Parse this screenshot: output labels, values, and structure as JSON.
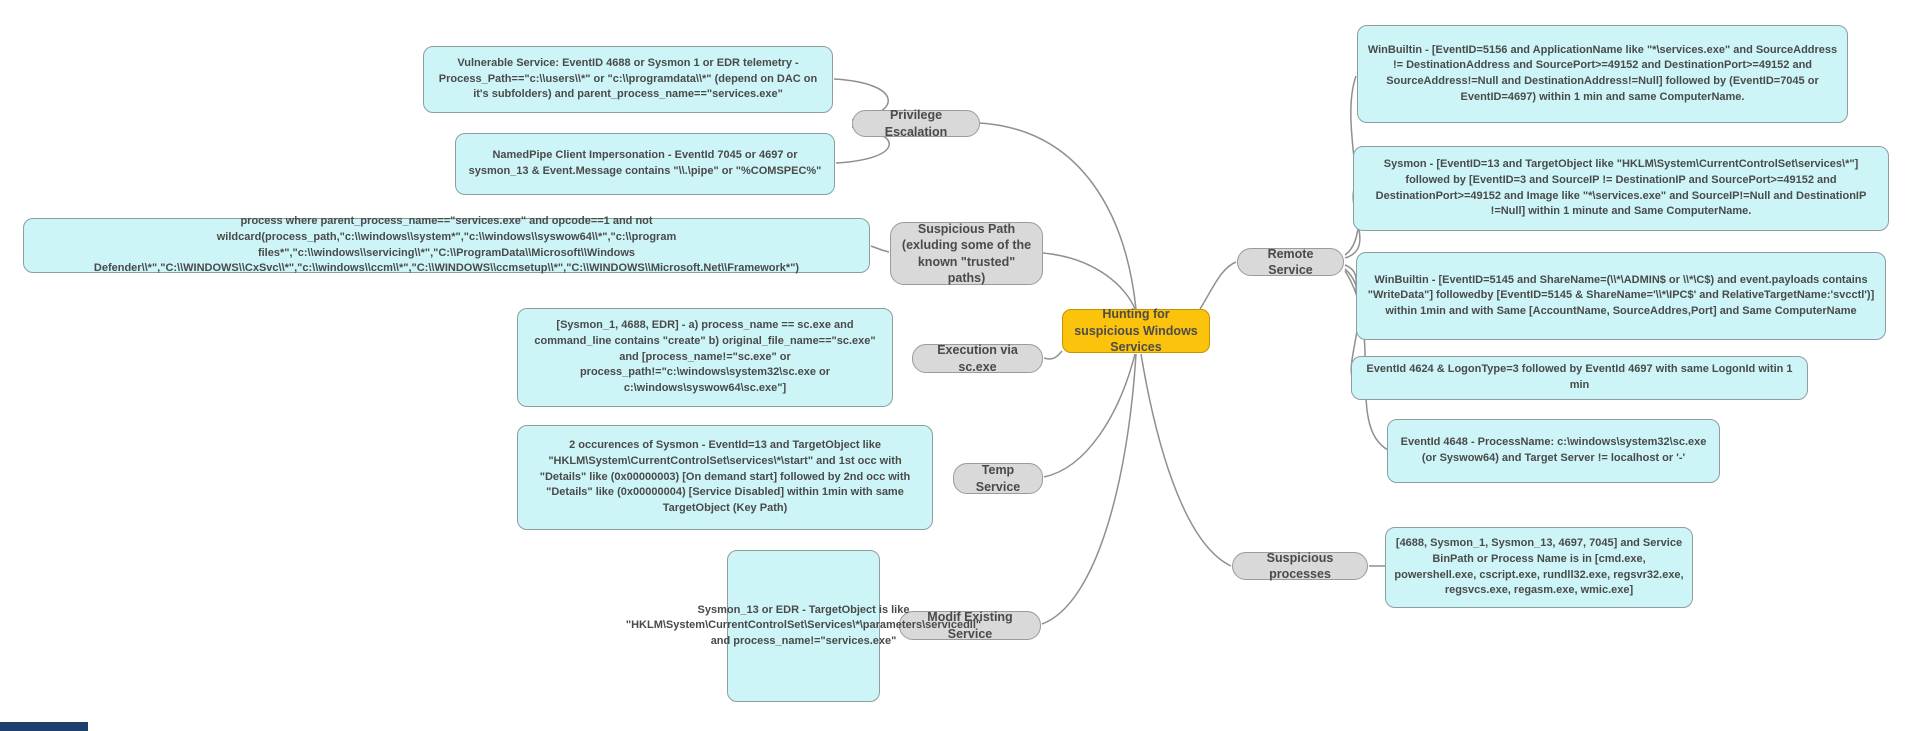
{
  "diagram": {
    "type": "mindmap",
    "topic": "suspicious Windows Services hunting",
    "colors": {
      "center_bg": "#fcc30c",
      "center_border": "#c79102",
      "branch_bg": "#d9d9d9",
      "leaf_bg": "#cdf5f7",
      "border": "#929292",
      "text": "#4a4a4a",
      "line": "#8f8f8f"
    }
  },
  "nodes": {
    "center": {
      "label": "Hunting for suspicious Windows Services"
    },
    "privilege_escalation": {
      "label": "Privilege Escalation"
    },
    "suspicious_path": {
      "label": "Suspicious Path (exluding some of the known \"trusted\" paths)"
    },
    "execution": {
      "label": "Execution via sc.exe"
    },
    "temp": {
      "label": "Temp Service"
    },
    "modif": {
      "label": "Modif Existing Service"
    },
    "remote": {
      "label": "Remote Service"
    },
    "suspicious_processes": {
      "label": "Suspicious processes"
    }
  },
  "leaves": {
    "vulnerable_service": {
      "text": "Vulnerable Service: EventID 4688 or Sysmon 1 or EDR telemetry - Process_Path==\"c:\\\\users\\\\*\" or \"c:\\\\programdata\\\\*\" (depend on DAC on it's subfolders) and parent_process_name==\"services.exe\""
    },
    "namedpipe": {
      "text": "NamedPipe Client Impersonation - EventId 7045 or 4697 or sysmon_13 & Event.Message contains \"\\\\.\\pipe\" or \"%COMSPEC%\""
    },
    "suspicious_path_query": {
      "text": "process where parent_process_name==\"services.exe\" and opcode==1 and not wildcard(process_path,\"c:\\\\windows\\\\system*\",\"c:\\\\windows\\\\syswow64\\\\*\",\"c:\\\\program files*\",\"c:\\\\windows\\\\servicing\\\\*\",\"C:\\\\ProgramData\\\\Microsoft\\\\Windows Defender\\\\*\",\"C:\\\\WINDOWS\\\\CxSvc\\\\*\",\"c:\\\\windows\\\\ccm\\\\*\",\"C:\\\\WINDOWS\\\\ccmsetup\\\\*\",\"C:\\\\WINDOWS\\\\Microsoft.Net\\\\Framework*\")"
    },
    "execution_detail": {
      "text": "[Sysmon_1, 4688, EDR] - a) process_name == sc.exe and command_line contains \"create\" b) original_file_name==\"sc.exe\" and [process_name!=\"sc.exe\" or process_path!=\"c:\\windows\\system32\\sc.exe or c:\\windows\\syswow64\\sc.exe\"]"
    },
    "temp_detail": {
      "text": "2 occurences of Sysmon - EventId=13 and TargetObject like \"HKLM\\System\\CurrentControlSet\\services\\*\\start\" and 1st occ with \"Details\" like (0x00000003) [On demand start]  followed by 2nd occ with \"Details\" like (0x00000004) [Service Disabled] within 1min with same TargetObject (Key Path)"
    },
    "modif_detail": {
      "text": "Sysmon_13 or EDR - TargetObject is like \"HKLM\\System\\CurrentControlSet\\Services\\*\\parameters\\servicedll\" and process_name!=\"services.exe\""
    },
    "remote_1": {
      "text": "WinBuiltin - [EventID=5156 and ApplicationName like \"*\\services.exe\" and SourceAddress != DestinationAddress and SourcePort>=49152 and DestinationPort>=49152 and SourceAddress!=Null and DestinationAddress!=Null] followed by (EventID=7045 or EventID=4697) within 1 min and same ComputerName."
    },
    "remote_2": {
      "text": "Sysmon - [EventID=13 and TargetObject like \"HKLM\\System\\CurrentControlSet\\services\\*\"] followed by [EventID=3 and SourceIP != DestinationIP and SourcePort>=49152 and DestinationPort>=49152 and Image like \"*\\services.exe\" and SourceIP!=Null and DestinationIP !=Null] within 1 minute and Same ComputerName."
    },
    "remote_3": {
      "text": "WinBuiltin - [EventID=5145 and ShareName=(\\\\*\\ADMIN$ or \\\\*\\C$) and event.payloads contains \"WriteData\"] followedby [EventID=5145 & ShareName='\\\\*\\IPC$' and RelativeTargetName:'svcctl')] within 1min and with Same [AccountName, SourceAddres,Port] and Same ComputerName"
    },
    "remote_4": {
      "text": "EventId 4624 & LogonType=3 followed by EventId 4697 with same LogonId witin 1 min"
    },
    "remote_5": {
      "text": "EventId 4648 - ProcessName: c:\\windows\\system32\\sc.exe (or Syswow64) and Target Server != localhost or '-'"
    },
    "suspicious_processes_detail": {
      "text": "[4688, Sysmon_1, Sysmon_13, 4697, 7045] and Service BinPath  or Process Name  is in [cmd.exe, powershell.exe, cscript.exe, rundll32.exe, regsvr32.exe, regsvcs.exe, regasm.exe, wmic.exe]"
    }
  }
}
